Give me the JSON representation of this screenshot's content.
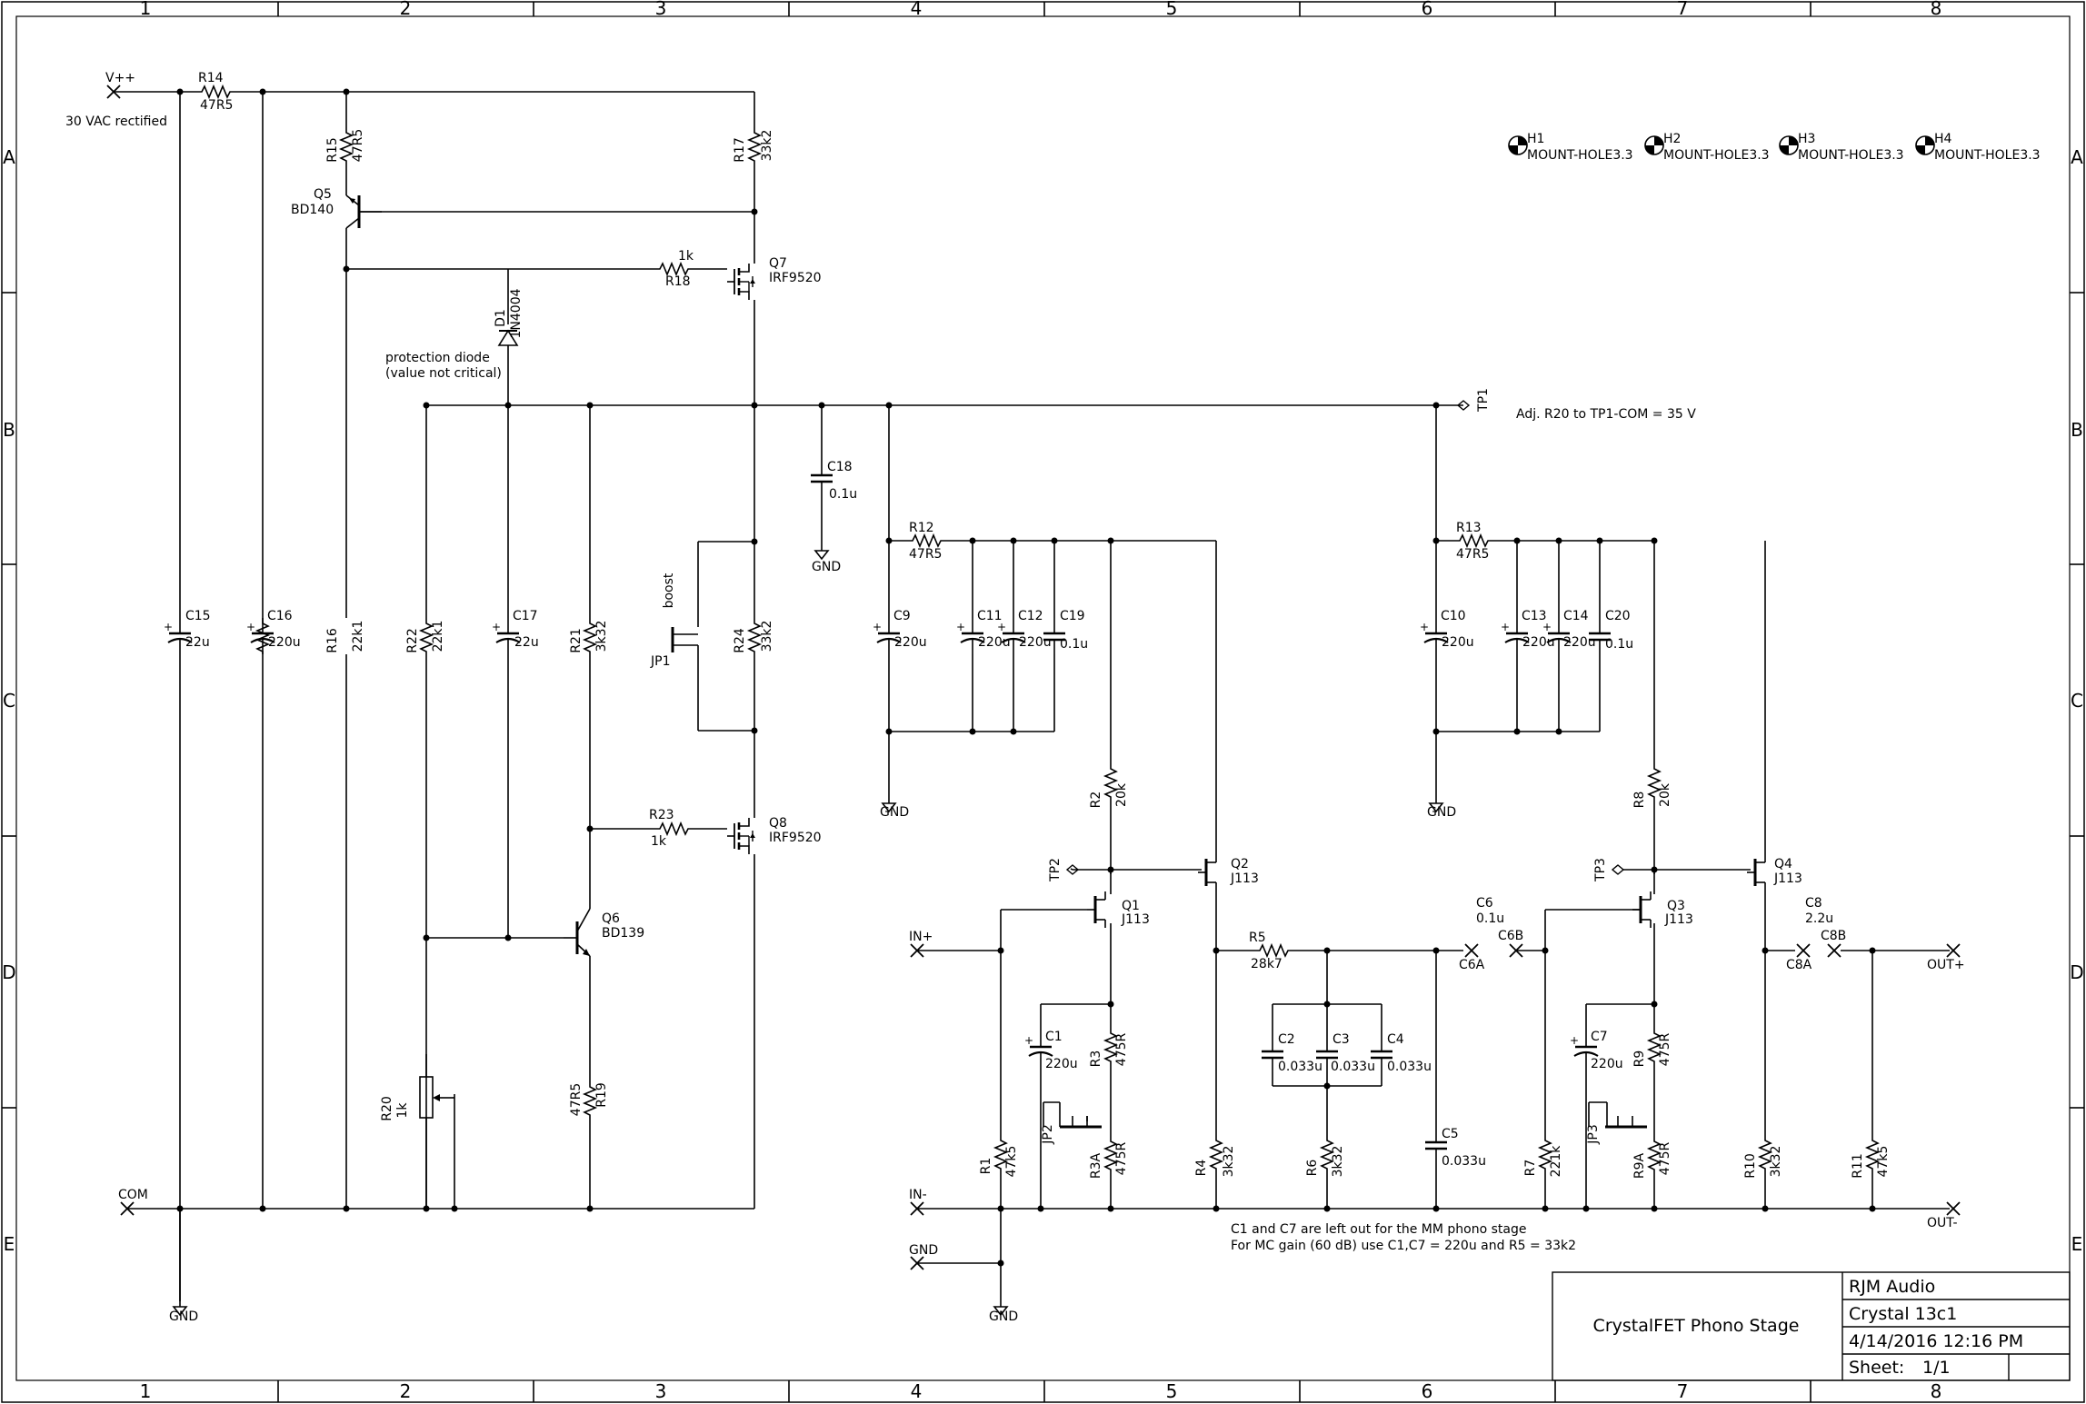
{
  "border": {
    "columns": [
      "1",
      "2",
      "3",
      "4",
      "5",
      "6",
      "7",
      "8"
    ],
    "rows": [
      "A",
      "B",
      "C",
      "D",
      "E"
    ]
  },
  "title_block": {
    "company": "RJM Audio",
    "project": "Crystal 13c1",
    "title": "CrystalFET Phono Stage",
    "date": "4/14/2016 12:16 PM",
    "sheet_label": "Sheet:",
    "sheet_value": "1/1"
  },
  "notes": {
    "supply_note": "30 VAC rectified",
    "diode_note_1": "protection diode",
    "diode_note_2": "(value not critical)",
    "adjust_note": "Adj. R20 to TP1-COM = 35 V",
    "mm_note_1": "C1 and C7 are left out for the MM phono stage",
    "mm_note_2": "For MC gain (60 dB) use C1,C7 = 220u and R5 = 33k2",
    "boost": "boost"
  },
  "mount_holes": [
    {
      "name": "H1",
      "value": "MOUNT-HOLE3.3"
    },
    {
      "name": "H2",
      "value": "MOUNT-HOLE3.3"
    },
    {
      "name": "H3",
      "value": "MOUNT-HOLE3.3"
    },
    {
      "name": "H4",
      "value": "MOUNT-HOLE3.3"
    }
  ],
  "ports": {
    "vpp": "V++",
    "com": "COM",
    "in_plus": "IN+",
    "in_minus": "IN-",
    "gnd_in": "GND",
    "out_plus": "OUT+",
    "out_minus": "OUT-",
    "tp1": "TP1",
    "tp2": "TP2",
    "tp3": "TP3",
    "c6a": "C6A",
    "c6b": "C6B",
    "c8a": "C8A",
    "c8b": "C8B",
    "gnd": "GND"
  },
  "components": {
    "R14": {
      "name": "R14",
      "value": "47R5"
    },
    "R15": {
      "name": "R15",
      "value": "47R5"
    },
    "R16": {
      "name": "R16",
      "value": "22k1"
    },
    "R17": {
      "name": "R17",
      "value": "33k2"
    },
    "R18": {
      "name": "R18",
      "value": "1k"
    },
    "R19": {
      "name": "R19",
      "value": "47R5"
    },
    "R20": {
      "name": "R20",
      "value": "1k"
    },
    "R21": {
      "name": "R21",
      "value": "3k32"
    },
    "R22": {
      "name": "R22",
      "value": "22k1"
    },
    "R23": {
      "name": "R23",
      "value": "1k"
    },
    "R24": {
      "name": "R24",
      "value": "33k2"
    },
    "R1": {
      "name": "R1",
      "value": "47k5"
    },
    "R2": {
      "name": "R2",
      "value": "20k"
    },
    "R3": {
      "name": "R3",
      "value": "475R"
    },
    "R3A": {
      "name": "R3A",
      "value": "475R"
    },
    "R4": {
      "name": "R4",
      "value": "3k32"
    },
    "R5": {
      "name": "R5",
      "value": "28k7"
    },
    "R6": {
      "name": "R6",
      "value": "3k32"
    },
    "R7": {
      "name": "R7",
      "value": "221k"
    },
    "R8": {
      "name": "R8",
      "value": "20k"
    },
    "R9": {
      "name": "R9",
      "value": "475R"
    },
    "R9A": {
      "name": "R9A",
      "value": "475R"
    },
    "R10": {
      "name": "R10",
      "value": "3k32"
    },
    "R11": {
      "name": "R11",
      "value": "47k5"
    },
    "R12": {
      "name": "R12",
      "value": "47R5"
    },
    "R13": {
      "name": "R13",
      "value": "47R5"
    },
    "C1": {
      "name": "C1",
      "value": "220u"
    },
    "C2": {
      "name": "C2",
      "value": "0.033u"
    },
    "C3": {
      "name": "C3",
      "value": "0.033u"
    },
    "C4": {
      "name": "C4",
      "value": "0.033u"
    },
    "C5": {
      "name": "C5",
      "value": "0.033u"
    },
    "C6": {
      "name": "C6",
      "value": "0.1u"
    },
    "C7": {
      "name": "C7",
      "value": "220u"
    },
    "C8": {
      "name": "C8",
      "value": "2.2u"
    },
    "C9": {
      "name": "C9",
      "value": "220u"
    },
    "C10": {
      "name": "C10",
      "value": "220u"
    },
    "C11": {
      "name": "C11",
      "value": "220u"
    },
    "C12": {
      "name": "C12",
      "value": "220u"
    },
    "C13": {
      "name": "C13",
      "value": "220u"
    },
    "C14": {
      "name": "C14",
      "value": "220u"
    },
    "C15": {
      "name": "C15",
      "value": "22u"
    },
    "C16": {
      "name": "C16",
      "value": "220u"
    },
    "C17": {
      "name": "C17",
      "value": "22u"
    },
    "C18": {
      "name": "C18",
      "value": "0.1u"
    },
    "C19": {
      "name": "C19",
      "value": "0.1u"
    },
    "C20": {
      "name": "C20",
      "value": "0.1u"
    },
    "Q1": {
      "name": "Q1",
      "value": "J113"
    },
    "Q2": {
      "name": "Q2",
      "value": "J113"
    },
    "Q3": {
      "name": "Q3",
      "value": "J113"
    },
    "Q4": {
      "name": "Q4",
      "value": "J113"
    },
    "Q5": {
      "name": "Q5",
      "value": "BD140"
    },
    "Q6": {
      "name": "Q6",
      "value": "BD139"
    },
    "Q7": {
      "name": "Q7",
      "value": "IRF9520"
    },
    "Q8": {
      "name": "Q8",
      "value": "IRF9520"
    },
    "D1": {
      "name": "D1",
      "value": "1N4004"
    },
    "JP1": {
      "name": "JP1"
    },
    "JP2": {
      "name": "JP2"
    },
    "JP3": {
      "name": "JP3"
    }
  }
}
